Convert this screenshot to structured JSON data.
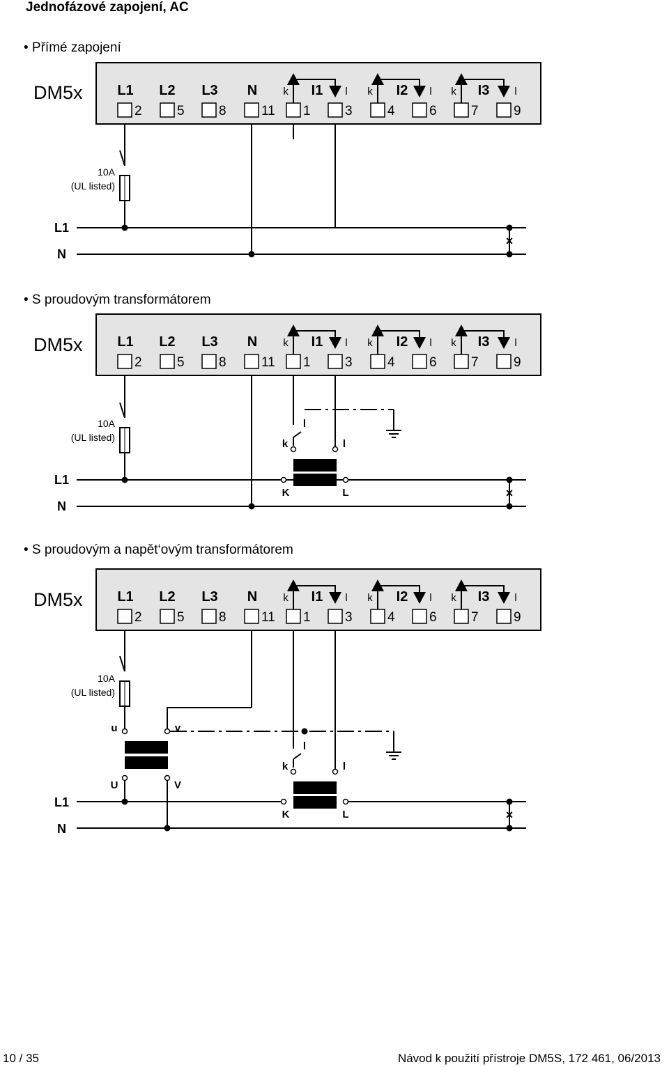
{
  "heading": "Jednofázové zapojení, AC",
  "sections": [
    {
      "title": "• Přímé zapojení"
    },
    {
      "title": "• S proudovým transformátorem"
    },
    {
      "title": "• S proudovým a napět‘ovým transformátorem"
    }
  ],
  "device": {
    "name": "DM5x",
    "headers": [
      {
        "text": "L1",
        "bold": true
      },
      {
        "text": "L2",
        "bold": true
      },
      {
        "text": "L3",
        "bold": true
      },
      {
        "text": "N",
        "bold": true
      },
      {
        "text": "k",
        "bold": false
      },
      {
        "text": "I1",
        "bold": true
      },
      {
        "text": "l",
        "bold": false
      },
      {
        "text": "k",
        "bold": false
      },
      {
        "text": "I2",
        "bold": true
      },
      {
        "text": "l",
        "bold": false
      },
      {
        "text": "k",
        "bold": false
      },
      {
        "text": "I3",
        "bold": true
      },
      {
        "text": "l",
        "bold": false
      }
    ],
    "terminals": [
      "2",
      "5",
      "8",
      "11",
      "1",
      "3",
      "4",
      "6",
      "7",
      "9"
    ]
  },
  "fuse": {
    "line1": "10A",
    "line2": "(UL listed)"
  },
  "lines": {
    "l1": "L1",
    "n": "N"
  },
  "ct": {
    "k": "k",
    "l": "l",
    "K": "K",
    "L": "L"
  },
  "vt": {
    "u": "u",
    "v": "v",
    "U": "U",
    "V": "V"
  },
  "load_mark": "×",
  "footer": {
    "page": "10 / 35",
    "doc": "Návod k použití přístroje DM5S, 172 461, 06/2013"
  }
}
